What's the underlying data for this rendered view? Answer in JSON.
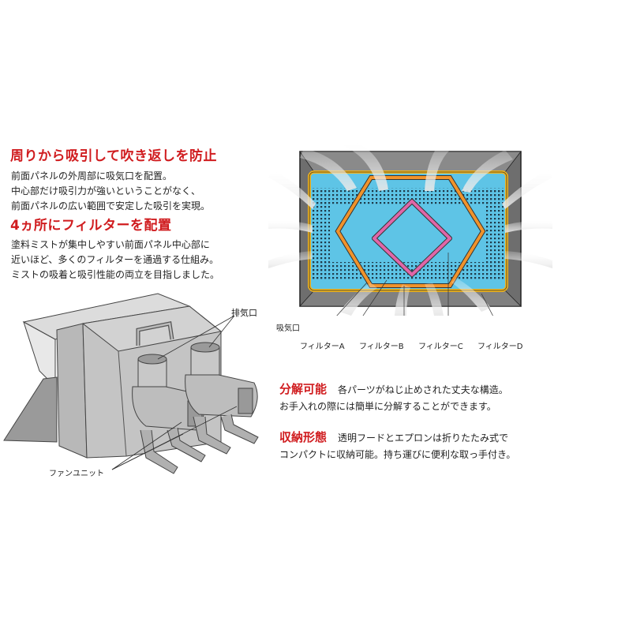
{
  "section1": {
    "heading": "周りから吸引して吹き返しを防止",
    "lines": [
      "前面パネルの外周部に吸気口を配置。",
      "中心部だけ吸引力が強いということがなく、",
      "前面パネルの広い範囲で安定した吸引を実現。"
    ]
  },
  "section2": {
    "heading": "4ヵ所にフィルターを配置",
    "lines": [
      "塗料ミストが集中しやすい前面パネル中心部に",
      "近いほど、多くのフィルターを通過する仕組み。",
      "ミストの吸着と吸引性能の両立を目指しました。"
    ]
  },
  "product_labels": {
    "exhaust": "排気口",
    "fan_unit": "ファンユニット"
  },
  "diagram_labels": {
    "intake": "吸気口",
    "filter_a": "フィルターA",
    "filter_b": "フィルターB",
    "filter_c": "フィルターC",
    "filter_d": "フィルターD"
  },
  "features": [
    {
      "title": "分解可能",
      "line1": "各パーツがねじ止めされた丈夫な構造。",
      "line2": "お手入れの際には簡単に分解することができます。"
    },
    {
      "title": "収納形態",
      "line1": "透明フードとエプロンは折りたたみ式で",
      "line2": "コンパクトに収納可能。持ち運びに便利な取っ手付き。"
    }
  ],
  "colors": {
    "heading_red": "#d01c1f",
    "panel_blue": "#5ec4e6",
    "filter_orange": "#f0932b",
    "filter_yellow": "#f2b51c",
    "filter_pink": "#e066a8",
    "frame_gray": "#7a7a7a"
  }
}
